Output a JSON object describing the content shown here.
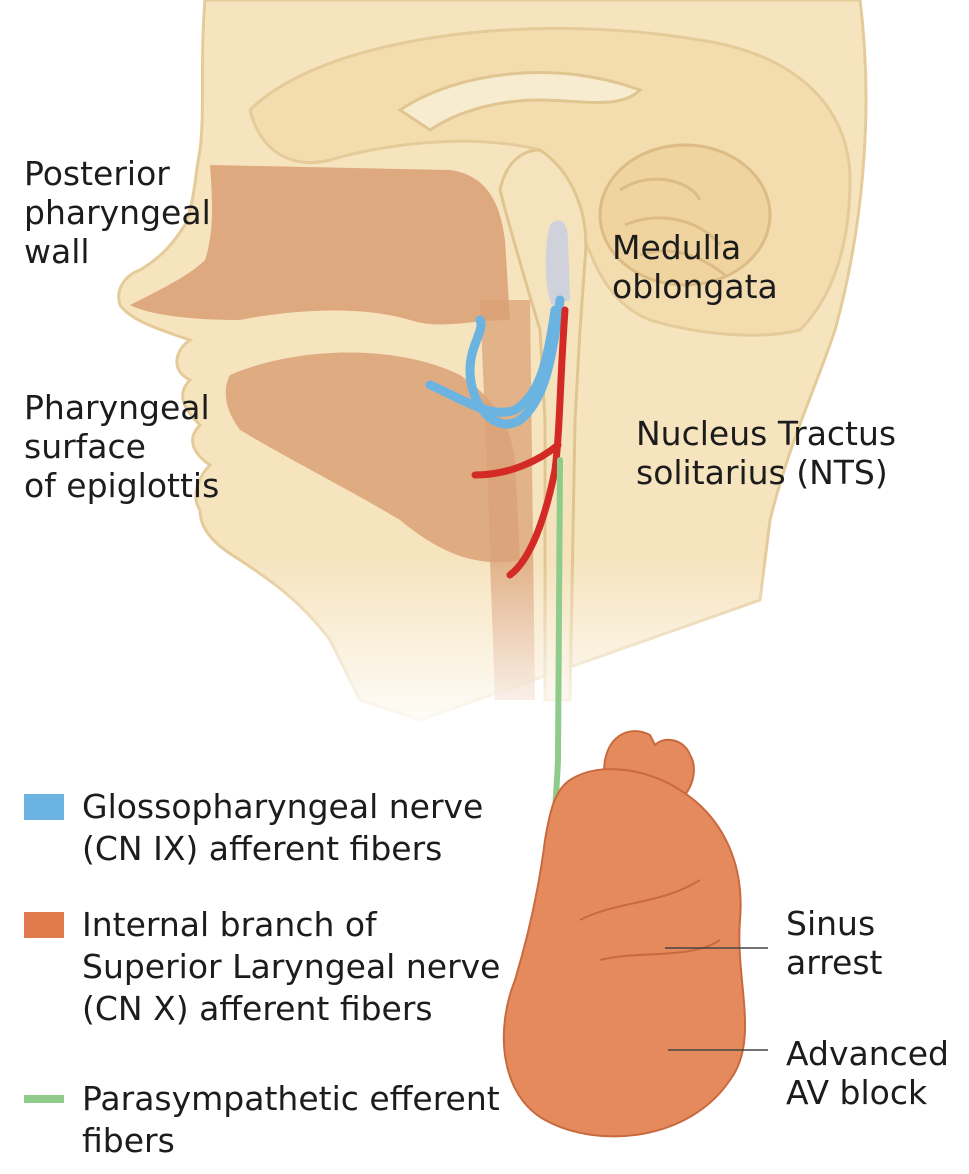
{
  "colors": {
    "head_fill": "#f6e4bf",
    "head_outline": "#e6cb9a",
    "cavity_fill": "#dba277",
    "heart_fill": "#e58a5c",
    "glossopharyngeal": "#6bb3e0",
    "superior_laryngeal": "#d42a26",
    "parasympathetic": "#8fcb8a"
  },
  "icons": {
    "head": "sagittal-head-section",
    "heart": "heart-illustration"
  },
  "labels": {
    "posterior_pharyngeal": [
      "Posterior",
      "pharyngeal",
      "wall"
    ],
    "medulla": [
      "Medulla",
      "oblongata"
    ],
    "pharyngeal_surface": [
      "Pharyngeal",
      "surface",
      "of epiglottis"
    ],
    "nts": [
      "Nucleus Tractus",
      "solitarius (NTS)"
    ],
    "sinus_arrest": [
      "Sinus",
      "arrest"
    ],
    "av_block": [
      "Advanced",
      "AV block"
    ]
  },
  "legend": [
    {
      "color": "#6bb3e0",
      "shape": "box",
      "lines": [
        "Glossopharyngeal nerve",
        "(CN IX) afferent fibers"
      ]
    },
    {
      "color": "#e07a4c",
      "shape": "box",
      "lines": [
        "Internal branch of",
        "Superior Laryngeal nerve",
        "(CN X) afferent fibers"
      ]
    },
    {
      "color": "#8fcb8a",
      "shape": "line",
      "lines": [
        "Parasympathetic efferent",
        "fibers"
      ]
    }
  ]
}
